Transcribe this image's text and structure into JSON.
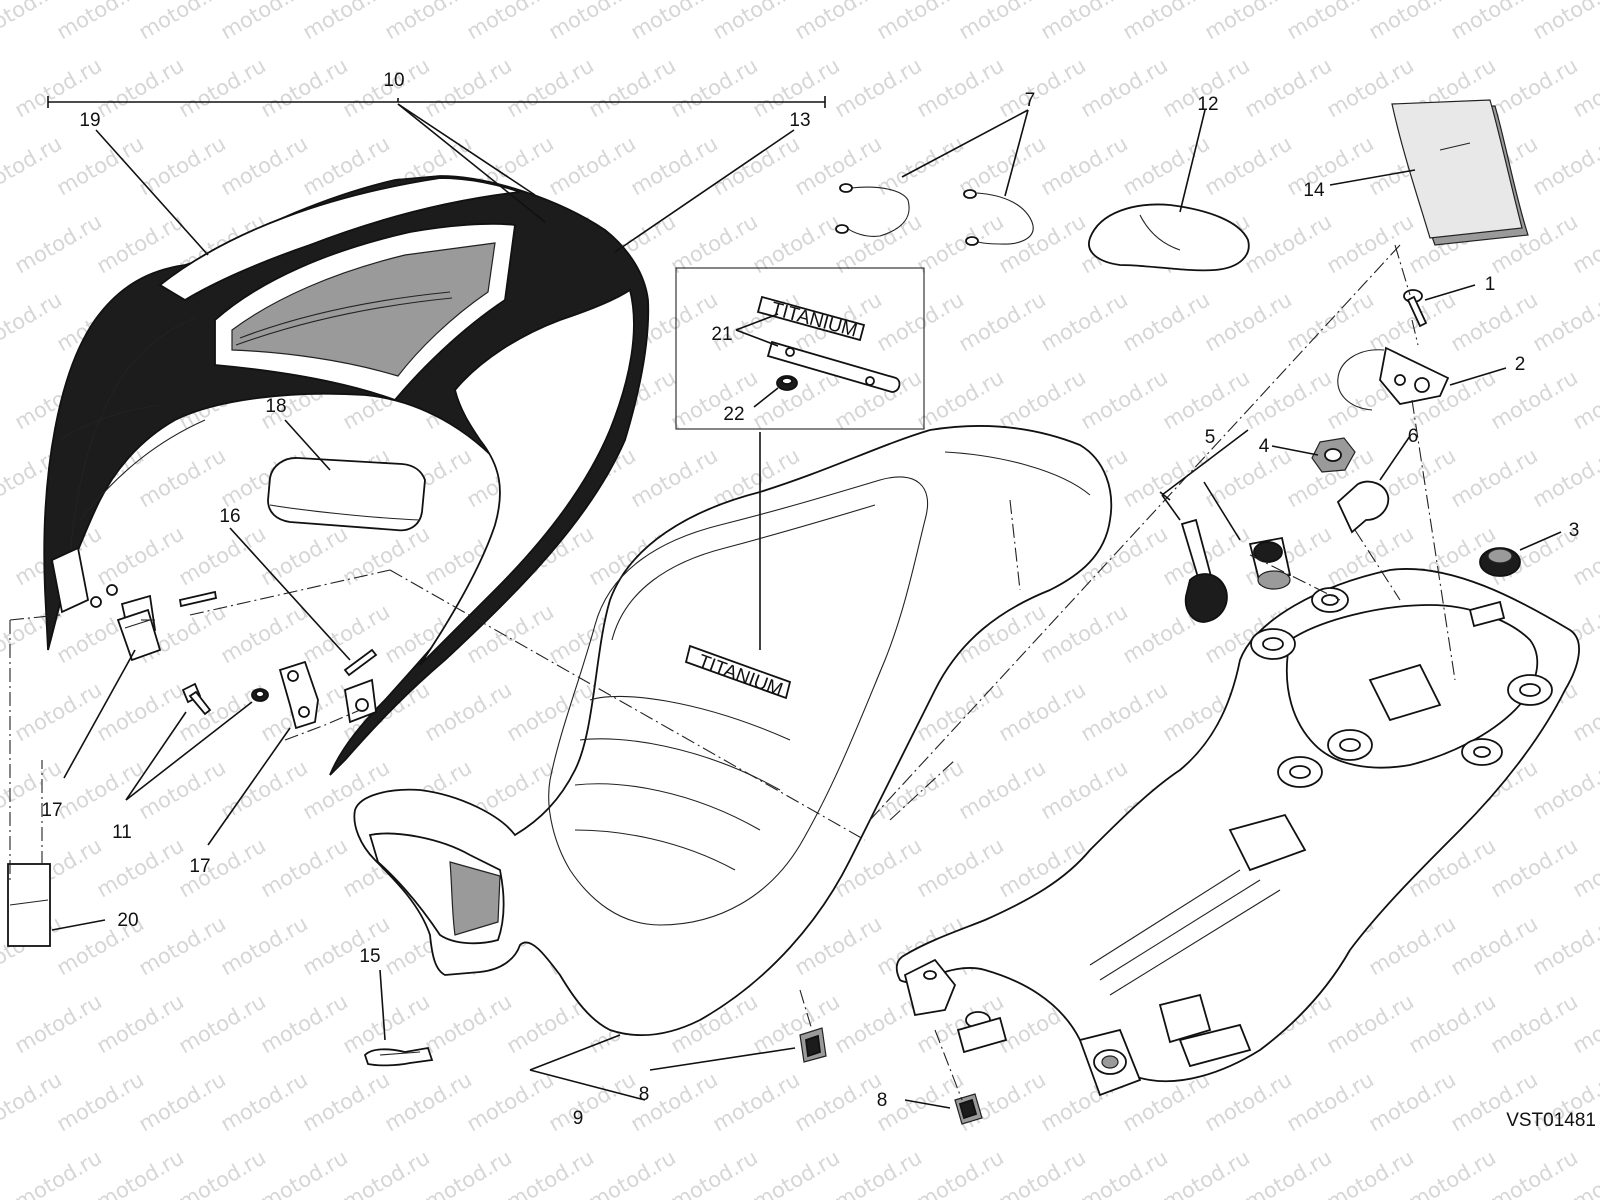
{
  "watermark": "motod.ru",
  "drawing_code": "VST01481",
  "badge_text": "TITANIUM",
  "callouts": [
    {
      "id": "c19",
      "text": "19"
    },
    {
      "id": "c10",
      "text": "10"
    },
    {
      "id": "c13",
      "text": "13"
    },
    {
      "id": "c7",
      "text": "7"
    },
    {
      "id": "c12",
      "text": "12"
    },
    {
      "id": "c14",
      "text": "14"
    },
    {
      "id": "c1",
      "text": "1"
    },
    {
      "id": "c2",
      "text": "2"
    },
    {
      "id": "c21",
      "text": "21"
    },
    {
      "id": "c22",
      "text": "22"
    },
    {
      "id": "c18",
      "text": "18"
    },
    {
      "id": "c16",
      "text": "16"
    },
    {
      "id": "c5",
      "text": "5"
    },
    {
      "id": "c4",
      "text": "4"
    },
    {
      "id": "c6",
      "text": "6"
    },
    {
      "id": "c3",
      "text": "3"
    },
    {
      "id": "c17a",
      "text": "17"
    },
    {
      "id": "c11",
      "text": "11"
    },
    {
      "id": "c17b",
      "text": "17"
    },
    {
      "id": "c20",
      "text": "20"
    },
    {
      "id": "c15",
      "text": "15"
    },
    {
      "id": "c9",
      "text": "9"
    },
    {
      "id": "c8a",
      "text": "8"
    },
    {
      "id": "c8b",
      "text": "8"
    }
  ]
}
